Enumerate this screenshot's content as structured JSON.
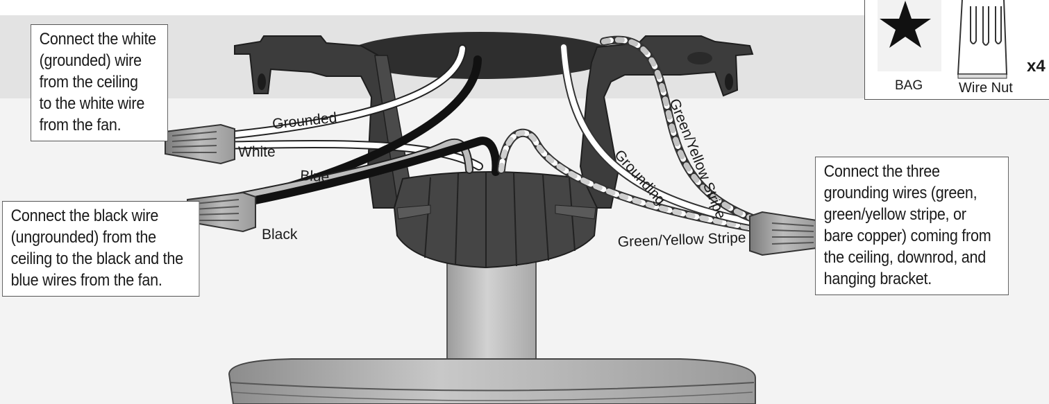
{
  "callouts": {
    "white": [
      "Connect the white",
      "(grounded) wire",
      "from the ceiling",
      "to the white wire",
      "from the fan."
    ],
    "black": [
      "Connect the black wire",
      "(ungrounded) from the",
      "ceiling to the black and the",
      "blue wires from the fan."
    ],
    "ground": [
      "Connect the three",
      "grounding wires (green,",
      "green/yellow stripe, or",
      "bare copper) coming from",
      "the ceiling, downrod, and",
      "hanging bracket."
    ]
  },
  "wire_labels": {
    "grounded": "Grounded",
    "white": "White",
    "blue": "Blue",
    "black": "Black",
    "grounding": "Grounding",
    "gy_stripe_vertical": "Green/Yellow Stripe",
    "gy_stripe_horizontal": "Green/Yellow Stripe"
  },
  "parts": {
    "bag_label": "BAG",
    "wire_nut_label": "Wire Nut",
    "quantity": "x4",
    "bag_icon": "star-icon",
    "wire_nut_icon": "wire-nut-icon"
  },
  "colors": {
    "ceiling_band": "#e2e2e2",
    "bracket": "#3c3c3c",
    "housing": "#444444",
    "downrod": "#c6c6c6",
    "wire_nut": "#9a9a9a"
  }
}
